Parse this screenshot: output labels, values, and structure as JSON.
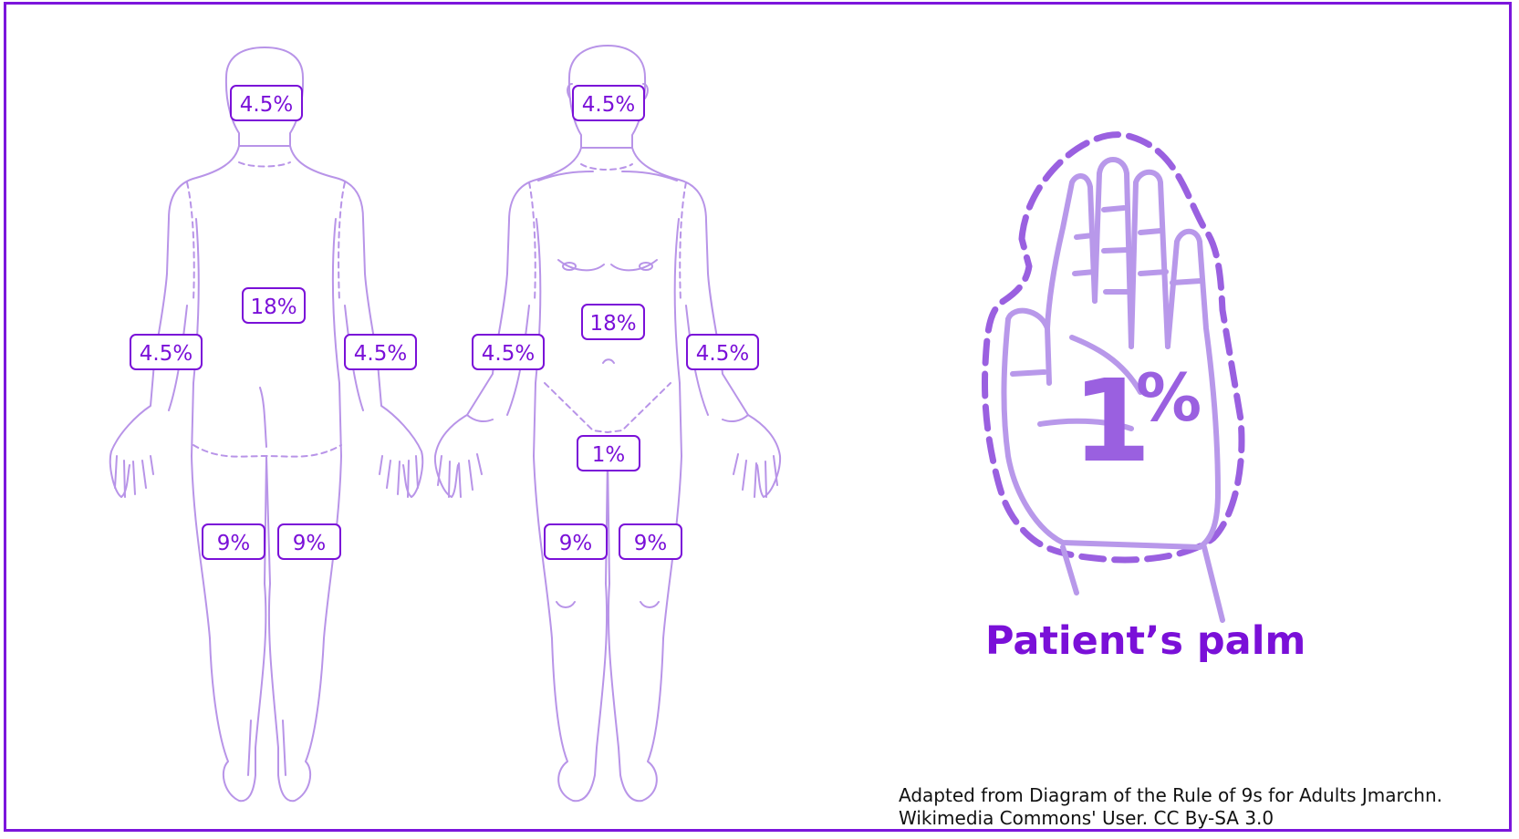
{
  "labels": {
    "back_head": "4.5%",
    "back_trunk": "18%",
    "back_left_arm": "4.5%",
    "back_right_arm": "4.5%",
    "back_left_leg": "9%",
    "back_right_leg": "9%",
    "front_head": "4.5%",
    "front_trunk": "18%",
    "front_left_arm": "4.5%",
    "front_right_arm": "4.5%",
    "front_genitals": "1%",
    "front_left_leg": "9%",
    "front_right_leg": "9%"
  },
  "palm": {
    "value": "1",
    "percent_sign": "%",
    "title": "Patient’s palm"
  },
  "credit": {
    "line1": "Adapted from Diagram of the Rule of 9s for Adults Jmarchn.",
    "line2": "Wikimedia Commons' User. CC By-SA 3.0"
  },
  "colors": {
    "accent": "#7a10d8",
    "outline": "#b894e8",
    "palm_dark": "#9a60e0",
    "palm_light": "#b898ea"
  }
}
